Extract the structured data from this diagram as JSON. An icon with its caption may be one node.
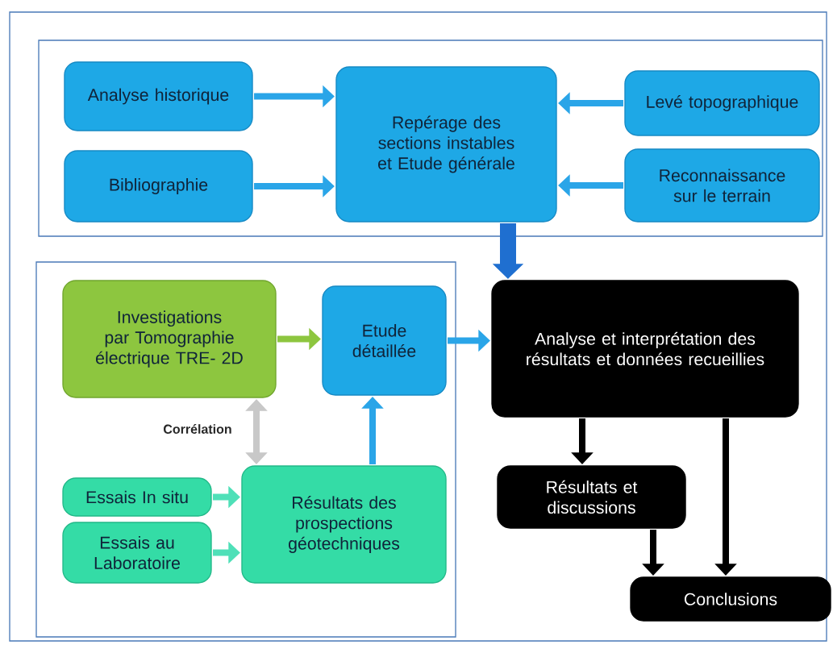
{
  "diagram": {
    "nodes": [
      {
        "text": [],
        "shape": "box"
      },
      {
        "text": [
          "Analyse historique"
        ],
        "in": 0
      },
      {
        "text": [
          "Bibliographie"
        ],
        "in": 0
      },
      {
        "text": [
          "Repérage des sections instables et Etude générale"
        ],
        "in": 0
      },
      {
        "text": [
          "Levé topographique"
        ],
        "in": 0
      },
      {
        "text": [
          "Reconnaissance sur le terrain"
        ],
        "in": 0
      },
      {
        "text": [],
        "shape": "box"
      },
      {
        "text": [
          "Investigations par Tomographie électrique TRE- 2D"
        ],
        "in": 6
      },
      {
        "text": [
          "Etude détaillée"
        ],
        "in": 6
      },
      {
        "text": [
          "Essais In situ"
        ],
        "in": 6
      },
      {
        "text": [
          "Essais au Laboratoire"
        ],
        "in": 6
      },
      {
        "text": [
          "Résultats des prospections géotechniques"
        ],
        "in": 6
      },
      {
        "text": [
          "Analyse et interprétation des résultats et données recueillies"
        ]
      },
      {
        "text": [
          "Résultats et discussions"
        ]
      },
      {
        "text": [
          "Conclusions"
        ]
      }
    ],
    "edges": [
      {
        "from": 1,
        "to": 3,
        "arrow": "to"
      },
      {
        "from": 2,
        "to": 3,
        "arrow": "to"
      },
      {
        "from": 4,
        "to": 3,
        "arrow": "to"
      },
      {
        "from": 5,
        "to": 3,
        "arrow": "to"
      },
      {
        "from": 3,
        "to": 12,
        "arrow": "to",
        "style": "thick",
        "color": "#1f6fd0"
      },
      {
        "from": 7,
        "to": 8,
        "arrow": "to",
        "color": "#8dc63f"
      },
      {
        "from": 7,
        "to": 11,
        "arrow": "both",
        "label": "Corrélation",
        "color": "#c8c8c8"
      },
      {
        "from": 9,
        "to": 11,
        "arrow": "to",
        "color": "#4fe0b8"
      },
      {
        "from": 10,
        "to": 11,
        "arrow": "to",
        "color": "#4fe0b8"
      },
      {
        "from": 11,
        "to": 8,
        "arrow": "to"
      },
      {
        "from": 8,
        "to": 12,
        "arrow": "to"
      },
      {
        "from": 12,
        "to": 13,
        "arrow": "to",
        "color": "#000000"
      },
      {
        "from": 12,
        "to": 14,
        "arrow": "to",
        "color": "#000000"
      },
      {
        "from": 13,
        "to": 14,
        "arrow": "to",
        "color": "#000000"
      }
    ]
  }
}
